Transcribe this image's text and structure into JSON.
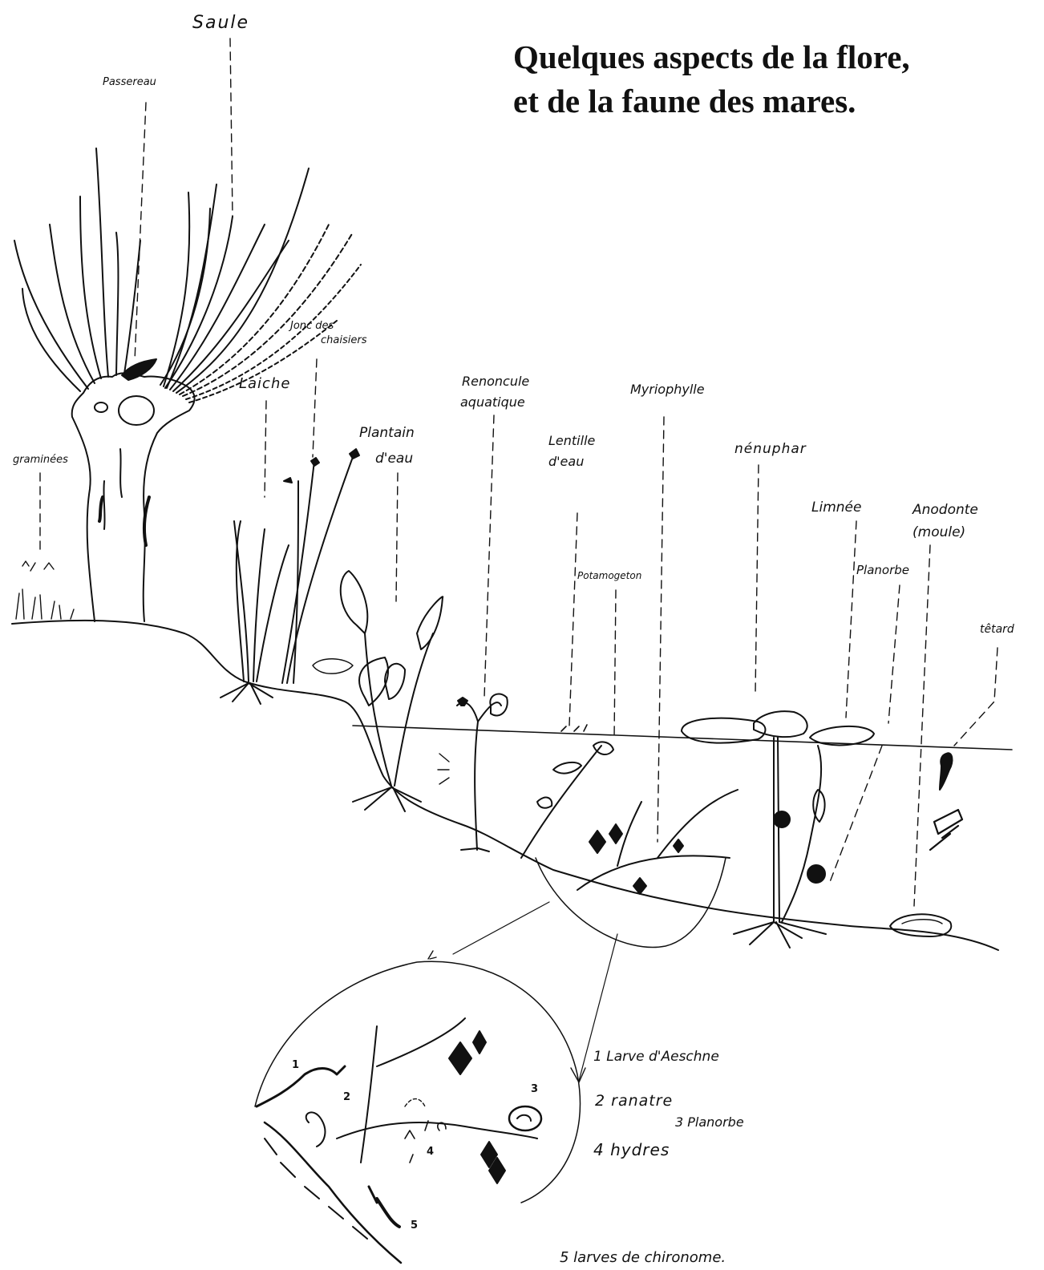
{
  "title": {
    "line1": "Quelques aspects de la flore,",
    "line2": "et de la faune des mares."
  },
  "labels": {
    "saule": "Saule",
    "passereau": "Passereau",
    "jonc_line1": "Jonc des",
    "jonc_line2": "chaisiers",
    "laiche": "Laiche",
    "graminees": "graminées",
    "plantain_line1": "Plantain",
    "plantain_line2": "d'eau",
    "renoncule_line1": "Renoncule",
    "renoncule_line2": "aquatique",
    "lentille_line1": "Lentille",
    "lentille_line2": "d'eau",
    "myriophylle": "Myriophylle",
    "nenuphar": "nénuphar",
    "potamogeton": "Potamogeton",
    "limnee": "Limnée",
    "anodonte_line1": "Anodonte",
    "anodonte_line2": "(moule)",
    "planorbe": "Planorbe",
    "tetard": "têtard"
  },
  "inset_legend": {
    "item1": "1 Larve d'Aeschne",
    "item2": "2 ranatre",
    "item3": "3 Planorbe",
    "item4": "4 hydres",
    "item5": "5 larves de chironome."
  },
  "inset_numbers": [
    "1",
    "2",
    "3",
    "4",
    "5"
  ]
}
